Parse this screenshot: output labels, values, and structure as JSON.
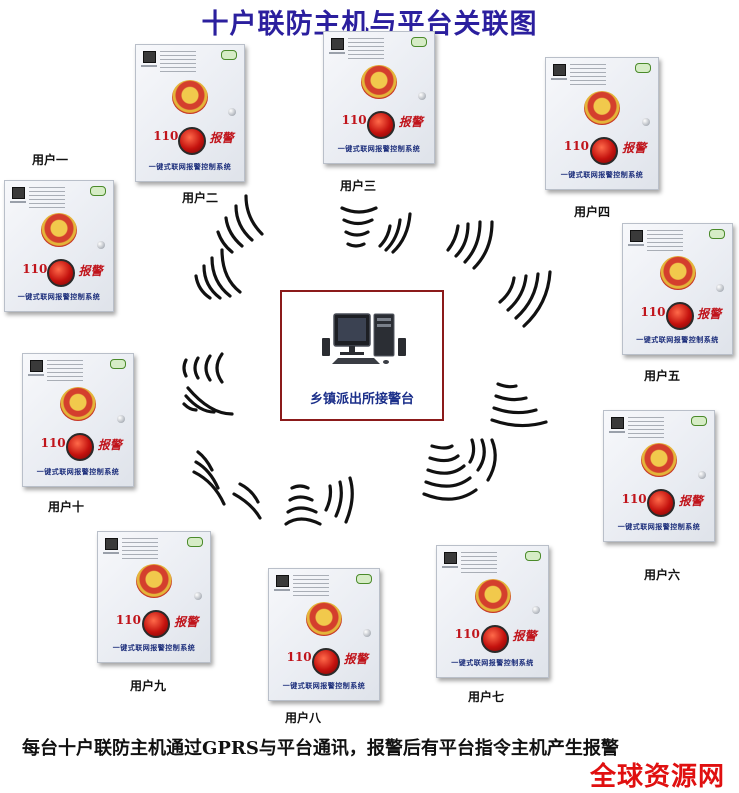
{
  "title": "十户联防主机与平台关联图",
  "device": {
    "number_label": "110",
    "alarm_label": "报警",
    "system_label": "一键式联网报警控制系统"
  },
  "center": {
    "label": "乡镇派出所接警台"
  },
  "users": [
    {
      "label": "用户一"
    },
    {
      "label": "用户二"
    },
    {
      "label": "用户三"
    },
    {
      "label": "用户四"
    },
    {
      "label": "用户五"
    },
    {
      "label": "用户六"
    },
    {
      "label": "用户七"
    },
    {
      "label": "用户八"
    },
    {
      "label": "用户九"
    },
    {
      "label": "用户十"
    }
  ],
  "footer": "每台十户联防主机通过GPRS与平台通讯，报警后有平台指令主机产生报警",
  "watermark": "全球资源网",
  "colors": {
    "title": "#2b1f9e",
    "alarm_red": "#c0141b",
    "frame": "#8b1a1a",
    "system_text": "#1a2c7a",
    "watermark": "#e01010"
  }
}
